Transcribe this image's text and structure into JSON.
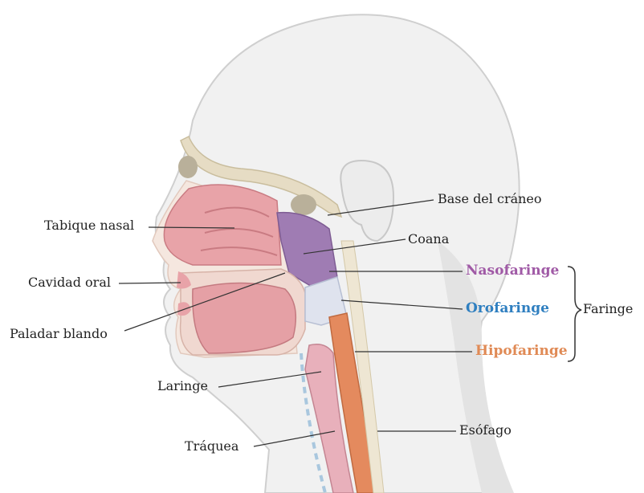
{
  "labels": {
    "tabique_nasal": "Tabique nasal",
    "cavidad_oral": "Cavidad oral",
    "paladar_blando": "Paladar blando",
    "laringe": "Laringe",
    "traquea": "Tráquea",
    "base_craneo": "Base del cráneo",
    "coana": "Coana",
    "nasofaringe": "Nasofaringe",
    "orofaringe": "Orofaringe",
    "hipofaringe": "Hipofaringe",
    "faringe": "Faringe",
    "esofago": "Esófago"
  },
  "colors": {
    "nasofaringe": "#a05aa6",
    "orofaringe": "#2f7fc0",
    "hipofaringe": "#e08a55",
    "text": "#222222",
    "skin": "#f2f2f2",
    "tissue_pink": "#e8a3a8",
    "bone": "#e6dcc4"
  }
}
